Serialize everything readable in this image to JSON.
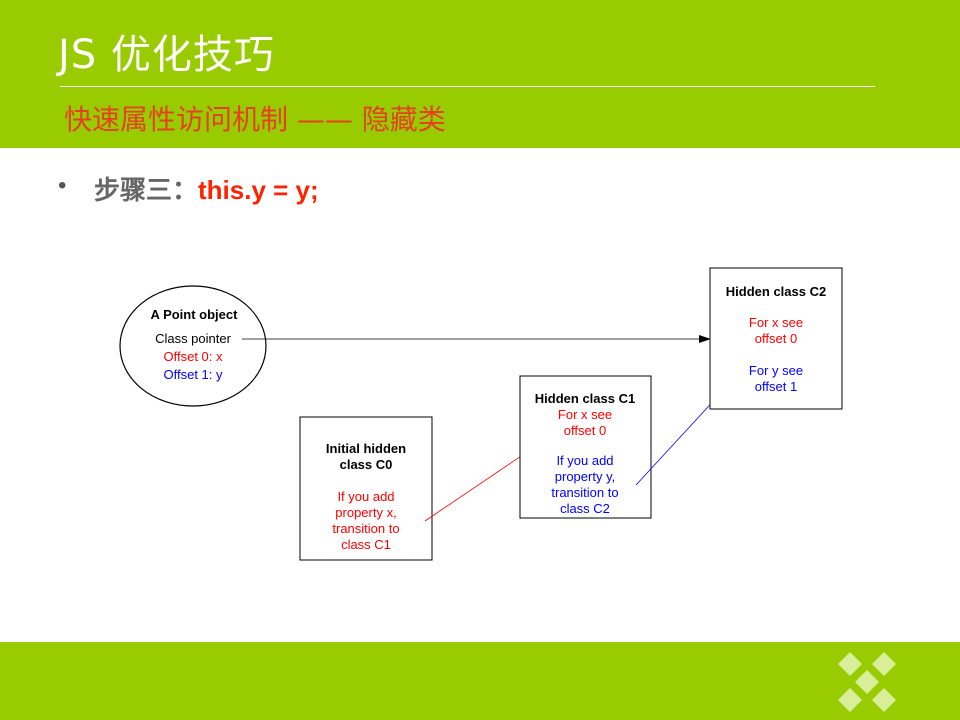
{
  "slide": {
    "title": "JS 优化技巧",
    "subtitle": "快速属性访问机制 —— 隐藏类",
    "bullet": {
      "label": "步骤三：",
      "code": "this.y = y;"
    }
  },
  "diagram": {
    "point_object": {
      "title": "A Point object",
      "pointer": "Class pointer",
      "offset0": "Offset 0: x",
      "offset1": "Offset 1: y"
    },
    "c0": {
      "title": [
        "Initial hidden",
        "class C0"
      ],
      "note": [
        "If you add",
        "property x,",
        "transition to",
        "class C1"
      ]
    },
    "c1": {
      "title": "Hidden class C1",
      "x_note": [
        "For x see",
        "offset 0"
      ],
      "transition_note": [
        "If you add",
        "property y,",
        "transition to",
        "class C2"
      ]
    },
    "c2": {
      "title": "Hidden class C2",
      "x_note": [
        "For x see",
        "offset 0"
      ],
      "y_note": [
        "For y see",
        "offset 1"
      ]
    }
  },
  "colors": {
    "brand_green": "#99cc00",
    "title_white": "#ffffff",
    "subtitle_red": "#e6411e",
    "code_red": "#ff2200",
    "text_red": "#ff0000",
    "text_blue": "#0000ff"
  }
}
